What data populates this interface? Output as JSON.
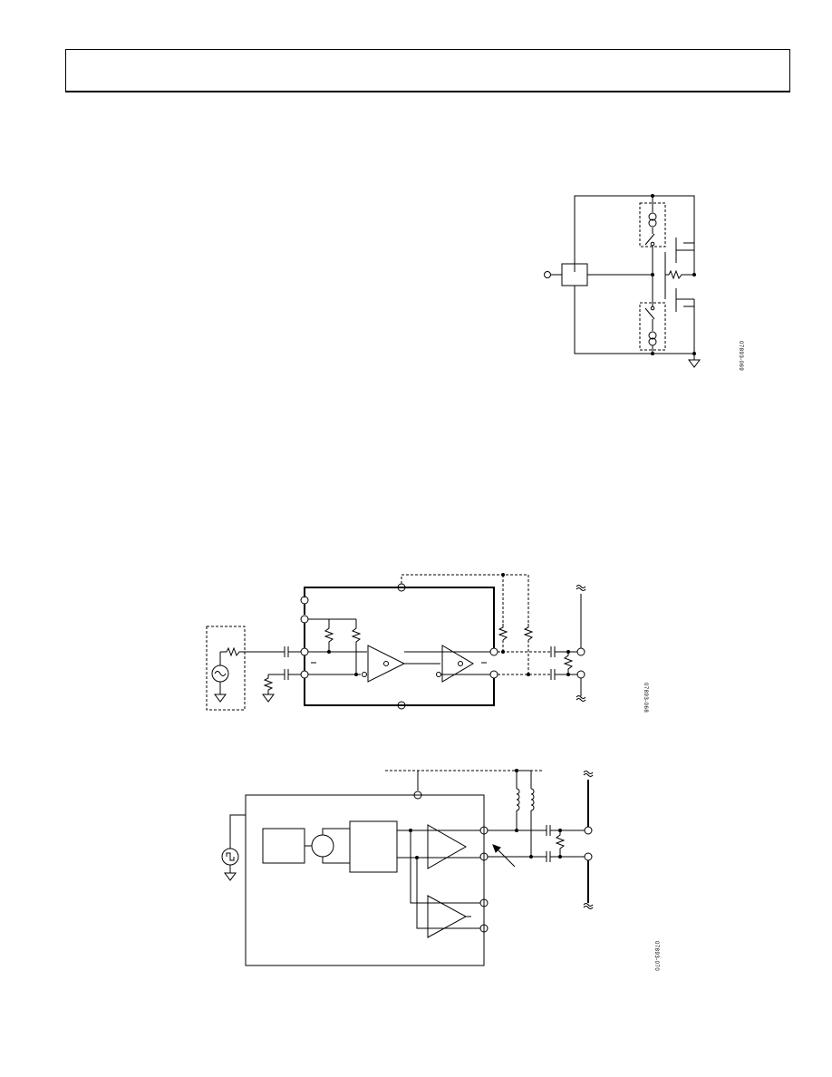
{
  "page": {
    "header_text": ""
  },
  "figures": [
    {
      "id": "fig-output-stage",
      "code": "07893-069"
    },
    {
      "id": "fig-dc-coupled-diff",
      "code": "07893-068"
    },
    {
      "id": "fig-transformer-coupled",
      "code": "07893-070"
    }
  ],
  "colors": {
    "ink": "#000000",
    "background": "#ffffff"
  }
}
